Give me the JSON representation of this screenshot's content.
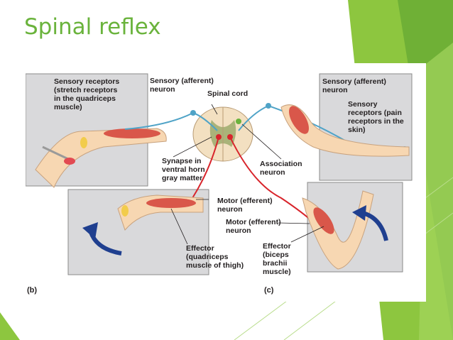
{
  "slide": {
    "title": "Spinal reflex"
  },
  "figure": {
    "labels": {
      "sensory_receptors_stretch": "Sensory receptors\n(stretch receptors\nin the quadriceps\nmuscle)",
      "sensory_afferent_neuron_left": "Sensory (afferent)\nneuron",
      "spinal_cord": "Spinal cord",
      "sensory_afferent_neuron_right": "Sensory (afferent)\nneuron",
      "sensory_receptors_pain": "Sensory\nreceptors (pain\nreceptors in the\nskin)",
      "synapse_ventral_horn": "Synapse in\nventral horn\ngray matter",
      "association_neuron": "Association\nneuron",
      "motor_efferent_neuron_left": "Motor (efferent)\nneuron",
      "motor_efferent_neuron_right": "Motor (efferent)\nneuron",
      "effector_quadriceps": "Effector\n(quadriceps\nmuscle of thigh)",
      "effector_biceps": "Effector\n(biceps\nbrachii\nmuscle)",
      "panel_b": "(b)",
      "panel_c": "(c)"
    },
    "colors": {
      "accent_green": "#6ab33c",
      "sensory_neuron": "#4fa3c7",
      "motor_neuron": "#d8242b",
      "muscle": "#d9574a",
      "arrow_blue": "#1f3f8f",
      "panel_gray": "#d9d9db"
    }
  }
}
